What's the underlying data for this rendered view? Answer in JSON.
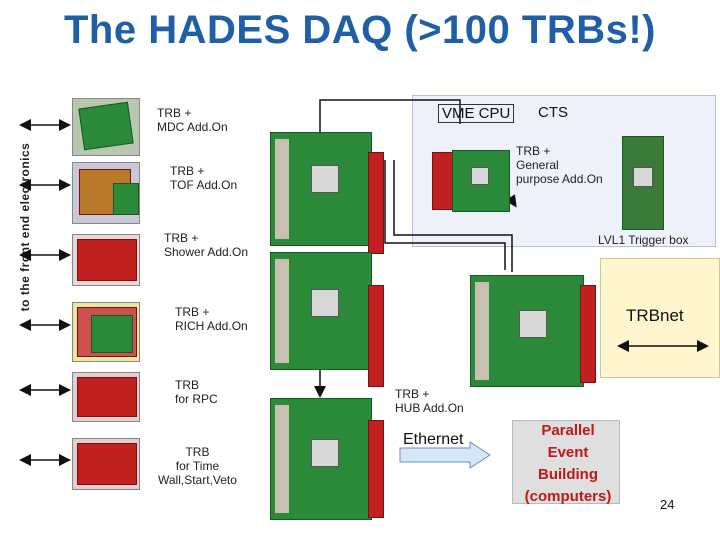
{
  "title": "The HADES DAQ (>100 TRBs!)",
  "side_label": "to the front end electronics",
  "addons": {
    "mdc": "TRB +\nMDC Add.On",
    "tof": "TRB +\nTOF Add.On",
    "shower": "TRB +\nShower Add.On",
    "rich": "TRB +\nRICH Add.On",
    "rpc": "TRB\nfor RPC",
    "time": "TRB\nfor Time\nWall,Start,Veto"
  },
  "cts_section": {
    "vme_cpu": "VME CPU",
    "cts": "CTS",
    "general": "TRB +\nGeneral\npurpose Add.On",
    "lvl1": "LVL1 Trigger box"
  },
  "hub_label": "TRB +\nHUB Add.On",
  "trbnet": "TRBnet",
  "ethernet": "Ethernet",
  "event_building": "Parallel\nEvent\nBuilding\n(computers)",
  "page_number": "24",
  "colors": {
    "title": "#1f5fa8",
    "cts_box": "#eef0fa",
    "trbnet_box": "#fff5cf",
    "event_text": "#c01818",
    "board_green": "#2a8a3a",
    "addon_red": "#c02020"
  }
}
